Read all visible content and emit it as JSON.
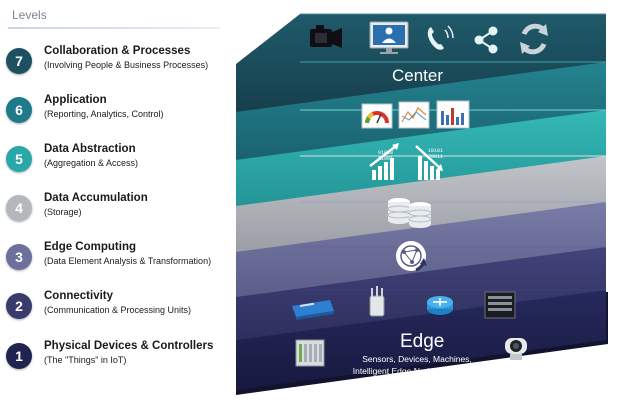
{
  "header": {
    "title": "Levels"
  },
  "levels": [
    {
      "number": "7",
      "title": "Collaboration & Processes",
      "subtitle": "(Involving People & Business Processes)",
      "color": "#1d5060"
    },
    {
      "number": "6",
      "title": "Application",
      "subtitle": "(Reporting, Analytics, Control)",
      "color": "#1e7a88"
    },
    {
      "number": "5",
      "title": "Data Abstraction",
      "subtitle": "(Aggregation & Access)",
      "color": "#2aa7a8"
    },
    {
      "number": "4",
      "title": "Data Accumulation",
      "subtitle": "(Storage)",
      "color": "#b4b8bd"
    },
    {
      "number": "3",
      "title": "Edge Computing",
      "subtitle": "(Data Element Analysis & Transformation)",
      "color": "#6d6f9c"
    },
    {
      "number": "2",
      "title": "Connectivity",
      "subtitle": "(Communication & Processing Units)",
      "color": "#393b6c"
    },
    {
      "number": "1",
      "title": "Physical Devices & Controllers",
      "subtitle": "(The \"Things\" in IoT)",
      "color": "#20234f"
    }
  ],
  "stack": {
    "center_label": "Center",
    "edge_label": "Edge",
    "edge_sub_1": "Sensors, Devices, Machines,",
    "edge_sub_2": "Intelligent Edge Nodes of all types"
  },
  "layer_colors": [
    "#1b4a59",
    "#1e6f7e",
    "#27a3a4",
    "#a9adb2",
    "#6a6c98",
    "#363866",
    "#1d1f4c"
  ],
  "icons": {
    "layer7": [
      "video-camera-icon",
      "monitor-user-icon",
      "phone-icon",
      "share-icon",
      "sync-icon"
    ],
    "layer6": [
      "gauge-icon",
      "chart-thumbnail-icon",
      "bar-chart-thumbnail-icon"
    ],
    "layer5": [
      "data-growth-icon",
      "data-decline-icon"
    ],
    "layer4": [
      "database-icon"
    ],
    "layer3": [
      "edge-process-icon"
    ],
    "layer2": [
      "switch-icon",
      "access-point-icon",
      "router-icon",
      "rack-server-icon"
    ],
    "layer1": [
      "controller-icon",
      "telepresence-camera-icon"
    ]
  }
}
